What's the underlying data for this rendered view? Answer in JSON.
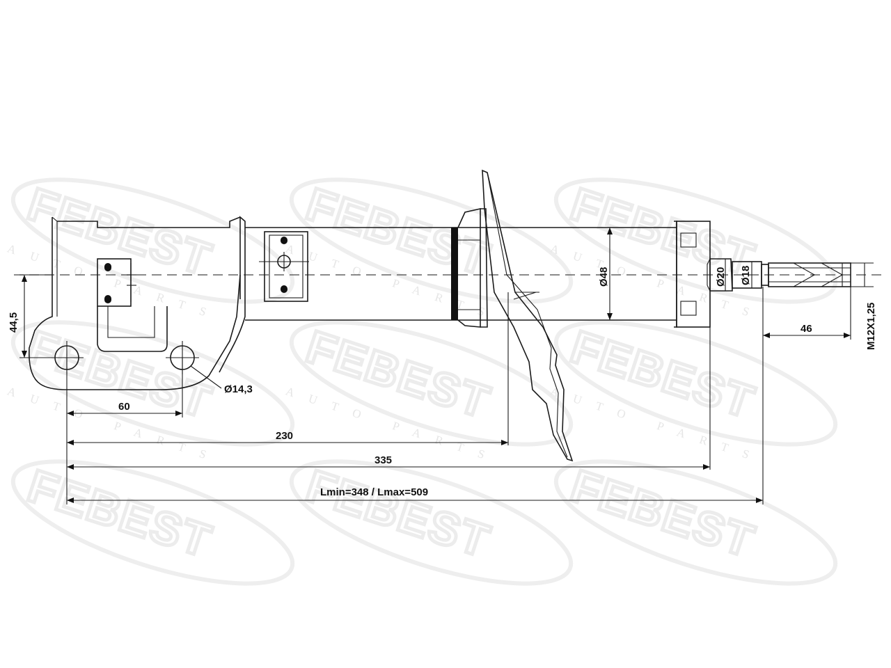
{
  "watermark": {
    "brand": "FEBEST",
    "tagline": "AUTO PARTS"
  },
  "dimensions": {
    "mount_height": "44,5",
    "bolt_hole_spacing": "60",
    "bolt_hole_diameter": "Ø14,3",
    "hole_to_spring_seat": "230",
    "hole_to_top_body": "335",
    "overall_length": "Lmin=348 / Lmax=509",
    "body_diameter": "Ø48",
    "rod_collar_diameter": "Ø20",
    "rod_diameter": "Ø18",
    "thread_length": "46",
    "thread_spec": "M12X1,25"
  }
}
